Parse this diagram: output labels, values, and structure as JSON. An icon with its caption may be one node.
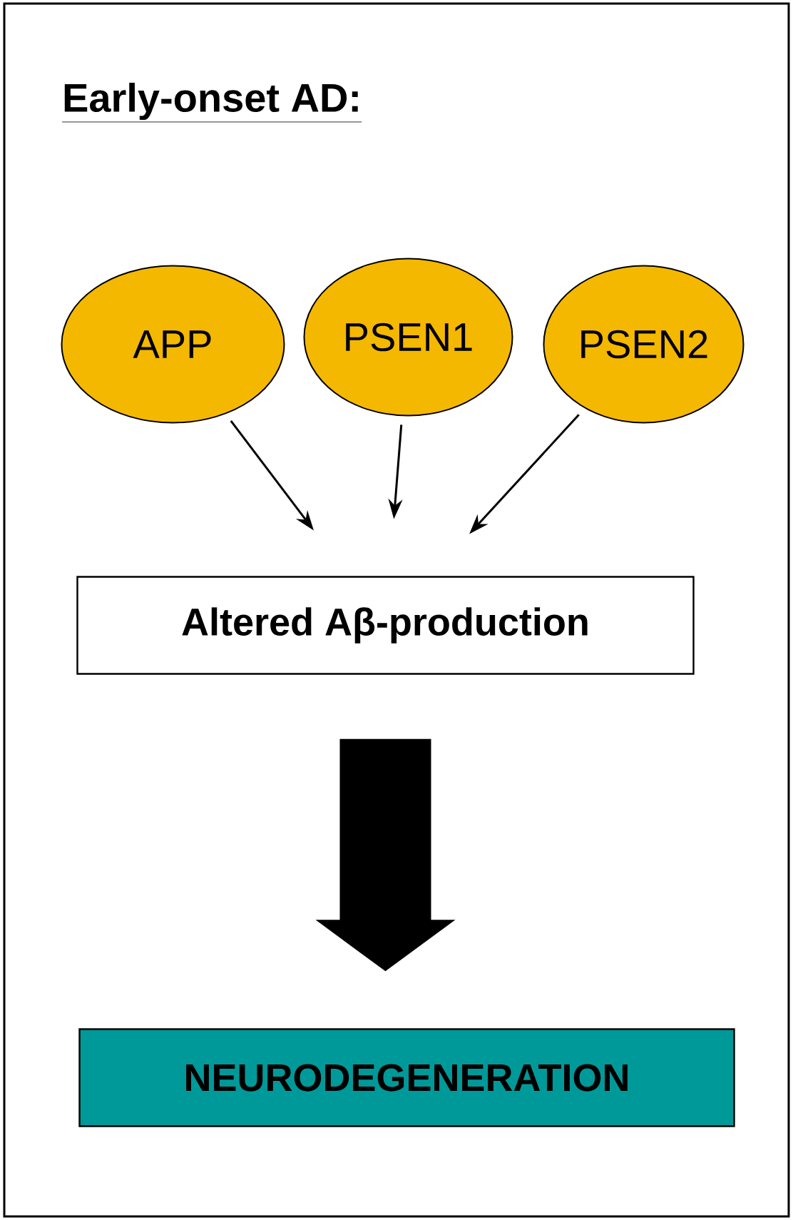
{
  "diagram": {
    "nodes": [
      {
        "text": [
          "Early-onset AD:"
        ]
      },
      {
        "text": [
          "APP"
        ],
        "in": 0
      },
      {
        "text": [
          "PSEN1"
        ],
        "in": 0
      },
      {
        "text": [
          "PSEN2"
        ],
        "in": 0
      },
      {
        "text": [
          "Altered Aβ-production"
        ],
        "in": 0
      },
      {
        "text": [
          "NEURODEGENERATION"
        ],
        "in": 0
      }
    ],
    "edges": [
      {
        "from": 1,
        "to": 4,
        "arrow": "to"
      },
      {
        "from": 2,
        "to": 4,
        "arrow": "to"
      },
      {
        "from": 3,
        "to": 4,
        "arrow": "to"
      },
      {
        "from": 4,
        "to": 5,
        "arrow": "to",
        "style": "thick"
      }
    ]
  }
}
